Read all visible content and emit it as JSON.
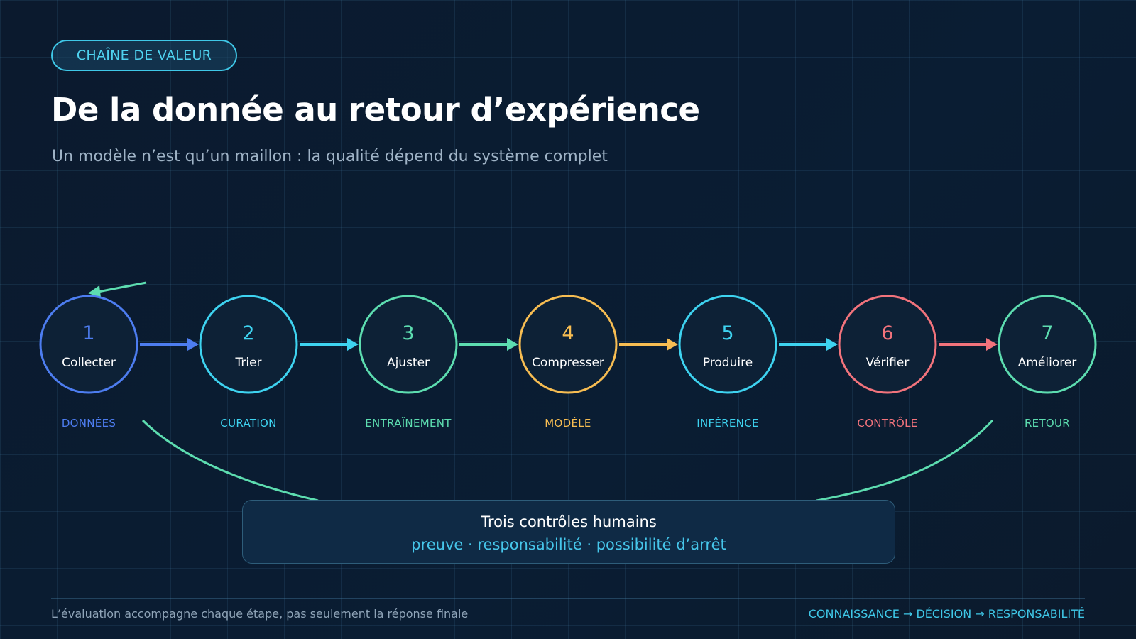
{
  "badge": "CHAÎNE DE VALEUR",
  "title": "De la donnée au retour d’expérience",
  "subtitle": "Un modèle n’est qu’un maillon : la qualité dépend du système complet",
  "steps": [
    {
      "number": "1",
      "label": "Collecter",
      "category": "DONNÉES",
      "color": "#4d7df0"
    },
    {
      "number": "2",
      "label": "Trier",
      "category": "CURATION",
      "color": "#3ed3f0"
    },
    {
      "number": "3",
      "label": "Ajuster",
      "category": "ENTRAÎNEMENT",
      "color": "#5dddb0"
    },
    {
      "number": "4",
      "label": "Compresser",
      "category": "MODÈLE",
      "color": "#f7bd52"
    },
    {
      "number": "5",
      "label": "Produire",
      "category": "INFÉRENCE",
      "color": "#3ed3f0"
    },
    {
      "number": "6",
      "label": "Vérifier",
      "category": "CONTRÔLE",
      "color": "#f2737c"
    },
    {
      "number": "7",
      "label": "Améliorer",
      "category": "RETOUR",
      "color": "#5dddb0"
    }
  ],
  "controls": {
    "title": "Trois contrôles humains",
    "subtitle": "preuve · responsabilité · possibilité d’arrêt"
  },
  "footer": {
    "left": "L’évaluation accompagne chaque étape, pas seulement la réponse finale",
    "right": "CONNAISSANCE → DÉCISION → RESPONSABILITÉ"
  },
  "colors": {
    "feedback": "#5dddb0",
    "accent": "#3fc8e8"
  }
}
